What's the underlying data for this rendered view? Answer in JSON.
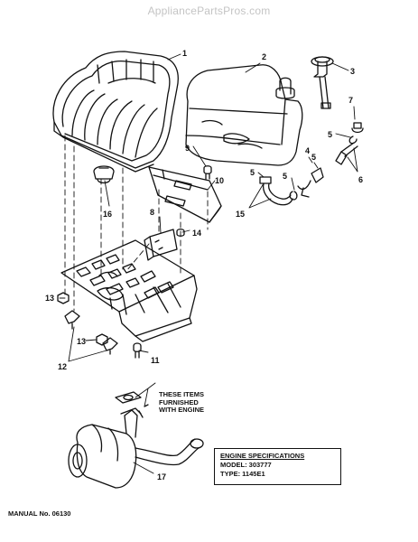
{
  "watermark": "AppliancePartsPros.com",
  "callouts": [
    "1",
    "2",
    "3",
    "4",
    "5",
    "5",
    "5",
    "5",
    "6",
    "7",
    "8",
    "9",
    "10",
    "11",
    "12",
    "13",
    "13",
    "14",
    "15",
    "16",
    "17"
  ],
  "engine_note": [
    "THESE ITEMS",
    "FURNISHED",
    "WITH ENGINE"
  ],
  "spec": {
    "heading": "ENGINE SPECIFICATIONS",
    "model": "MODEL: 303777",
    "type": "TYPE: 1145E1"
  },
  "manual": "MANUAL No. 06130"
}
